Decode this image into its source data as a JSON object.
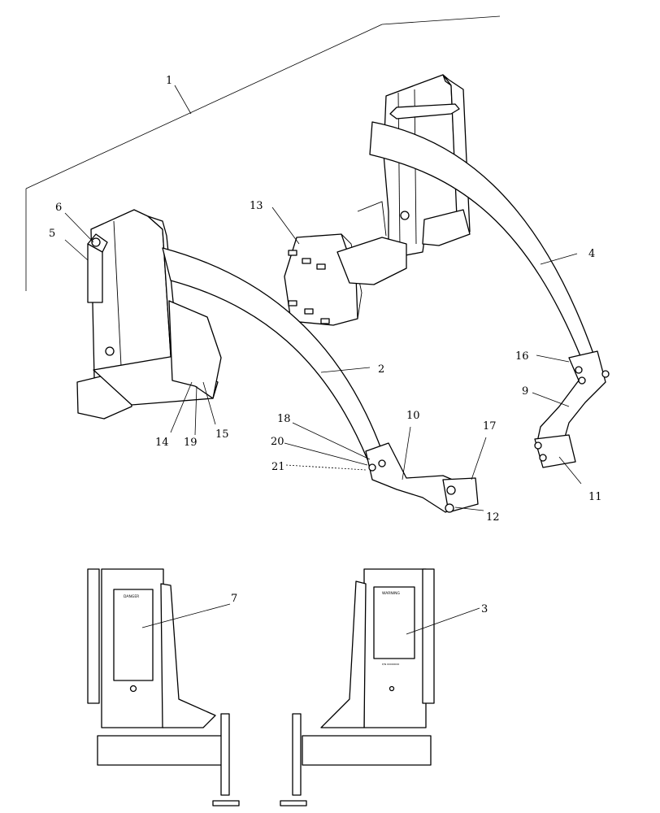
{
  "callouts": {
    "c1": "1",
    "c2": "2",
    "c3": "3",
    "c4": "4",
    "c5": "5",
    "c6": "6",
    "c7": "7",
    "c9": "9",
    "c10": "10",
    "c11": "11",
    "c12": "12",
    "c13": "13",
    "c14": "14",
    "c15": "15",
    "c16": "16",
    "c17": "17",
    "c18": "18",
    "c19": "19",
    "c20": "20",
    "c21": "21"
  },
  "decals": {
    "left_title": "DANGER",
    "right_title": "WARNING",
    "right_footer": "P/N 00000000"
  }
}
